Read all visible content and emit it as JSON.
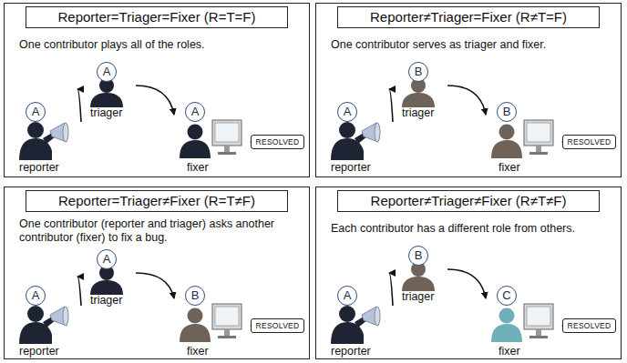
{
  "diagram": {
    "nodes": [
      {
        "text": [
          "One contributor plays all of the roles."
        ]
      },
      {
        "text": [
          "Reporter=Triager=Fixer (R=T=F)"
        ],
        "in": 0
      },
      {
        "text": [
          "A",
          "reporter"
        ],
        "in": 0
      },
      {
        "text": [
          "A",
          "triager"
        ],
        "in": 0
      },
      {
        "text": [
          "A",
          "fixer"
        ],
        "in": 0
      },
      {
        "text": [
          "RESOLVED"
        ],
        "in": 0
      },
      {
        "text": [
          "One contributor serves as triager and fixer."
        ]
      },
      {
        "text": [
          "Reporter≠Triager=Fixer (R≠T=F)"
        ],
        "in": 6
      },
      {
        "text": [
          "A",
          "reporter"
        ],
        "in": 6
      },
      {
        "text": [
          "B",
          "triager"
        ],
        "in": 6
      },
      {
        "text": [
          "B",
          "fixer"
        ],
        "in": 6
      },
      {
        "text": [
          "RESOLVED"
        ],
        "in": 6
      },
      {
        "text": [
          "One contributor (reporter and triager) asks another contributor (fixer) to fix a bug."
        ]
      },
      {
        "text": [
          "Reporter=Triager≠Fixer (R=T≠F)"
        ],
        "in": 12
      },
      {
        "text": [
          "A",
          "reporter"
        ],
        "in": 12
      },
      {
        "text": [
          "A",
          "triager"
        ],
        "in": 12
      },
      {
        "text": [
          "B",
          "fixer"
        ],
        "in": 12
      },
      {
        "text": [
          "RESOLVED"
        ],
        "in": 12
      },
      {
        "text": [
          "Each contributor has a different role from others."
        ]
      },
      {
        "text": [
          "Reporter≠Triager≠Fixer (R≠T≠F)"
        ],
        "in": 18
      },
      {
        "text": [
          "A",
          "reporter"
        ],
        "in": 18
      },
      {
        "text": [
          "B",
          "triager"
        ],
        "in": 18
      },
      {
        "text": [
          "C",
          "fixer"
        ],
        "in": 18
      },
      {
        "text": [
          "RESOLVED"
        ],
        "in": 18
      }
    ],
    "edges": [
      {
        "from": 2,
        "to": 3,
        "arrow": "to"
      },
      {
        "from": 3,
        "to": 4,
        "arrow": "to"
      },
      {
        "from": 4,
        "to": 5,
        "arrow": "to"
      },
      {
        "from": 8,
        "to": 9,
        "arrow": "to"
      },
      {
        "from": 9,
        "to": 10,
        "arrow": "to"
      },
      {
        "from": 10,
        "to": 11,
        "arrow": "to"
      },
      {
        "from": 14,
        "to": 15,
        "arrow": "to"
      },
      {
        "from": 15,
        "to": 16,
        "arrow": "to"
      },
      {
        "from": 16,
        "to": 17,
        "arrow": "to"
      },
      {
        "from": 20,
        "to": 21,
        "arrow": "to"
      },
      {
        "from": 21,
        "to": 22,
        "arrow": "to"
      },
      {
        "from": 22,
        "to": 23,
        "arrow": "to"
      }
    ]
  }
}
